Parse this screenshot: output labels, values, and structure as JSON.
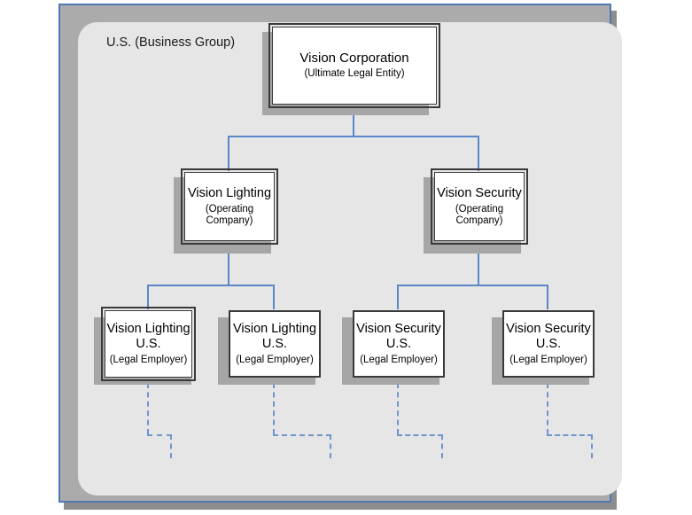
{
  "frame": {
    "border_color": "#4f78b4",
    "fill_color": "#ababab",
    "panel_color": "#e6e6e6"
  },
  "connector": {
    "color": "#5b87c8",
    "dashed_color": "#6f95cf"
  },
  "diagram": {
    "group_label": "U.S. (Business Group)",
    "root": {
      "title": "Vision Corporation",
      "subtitle": "(Ultimate Legal Entity)"
    },
    "operating_companies": [
      {
        "title": "Vision Lighting",
        "subtitle_line1": "(Operating",
        "subtitle_line2": "Company)"
      },
      {
        "title": "Vision Security",
        "subtitle_line1": "(Operating",
        "subtitle_line2": "Company)"
      }
    ],
    "legal_employers": [
      {
        "title_line1": "Vision Lighting",
        "title_line2": "U.S.",
        "subtitle": "(Legal Employer)"
      },
      {
        "title_line1": "Vision Lighting",
        "title_line2": "U.S.",
        "subtitle": "(Legal Employer)"
      },
      {
        "title_line1": "Vision Security",
        "title_line2": "U.S.",
        "subtitle": "(Legal Employer)"
      },
      {
        "title_line1": "Vision Security",
        "title_line2": "U.S.",
        "subtitle": "(Legal Employer)"
      }
    ]
  }
}
